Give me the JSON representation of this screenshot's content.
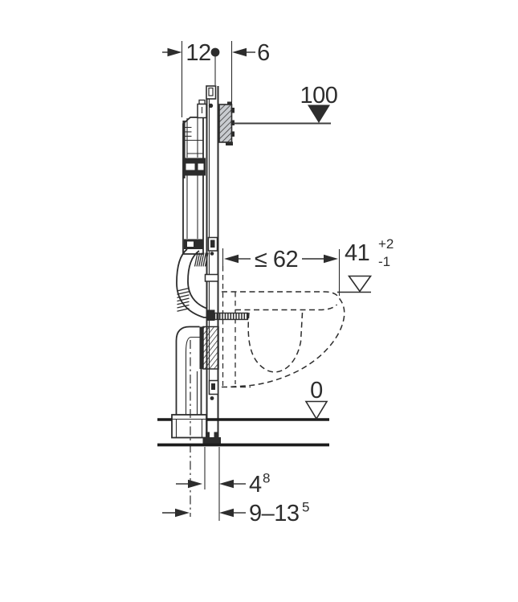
{
  "figure": {
    "kind": "wall-hung WC concealed-cistern frame installation diagram, side view"
  },
  "dims": {
    "frame_depth": {
      "value": "12"
    },
    "wall_offset": {
      "value": "6"
    },
    "top_level": {
      "value": "100"
    },
    "bowl_depth": {
      "value": "≤ 62"
    },
    "seat_height": {
      "value": "41",
      "tol_plus": "+2",
      "tol_minus": "-1"
    },
    "floor_level": {
      "value": "0"
    },
    "outlet_front": {
      "value": "4",
      "footnote": "8"
    },
    "outlet_axis": {
      "value": "9–13",
      "footnote": "5"
    }
  },
  "colors": {
    "line": "#2d2d2d",
    "floor_line": "#1c1c1c",
    "bracket_fill": "#c9ccd0"
  }
}
